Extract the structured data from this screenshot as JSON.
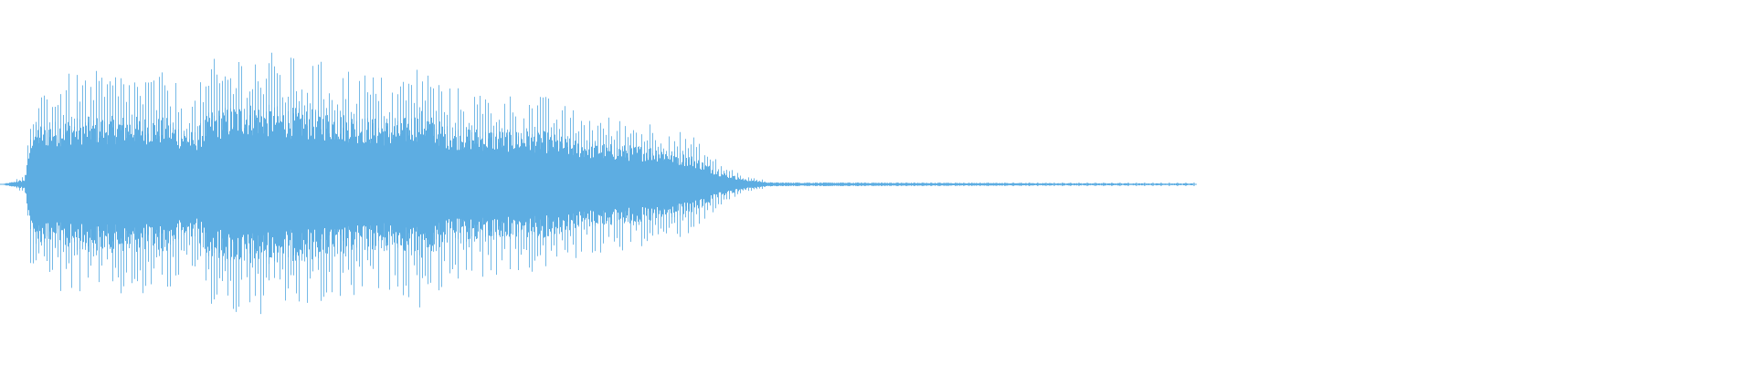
{
  "waveform": {
    "color": "#5DADE2",
    "background": "#FFFFFF",
    "duration_fraction_with_signal": 0.43,
    "envelope": [
      {
        "t": 0.0,
        "amp": 0.0
      },
      {
        "t": 0.014,
        "amp": 0.05
      },
      {
        "t": 0.018,
        "amp": 0.62
      },
      {
        "t": 0.04,
        "amp": 0.7
      },
      {
        "t": 0.07,
        "amp": 0.72
      },
      {
        "t": 0.095,
        "amp": 0.7
      },
      {
        "t": 0.11,
        "amp": 0.55
      },
      {
        "t": 0.12,
        "amp": 0.78
      },
      {
        "t": 0.14,
        "amp": 0.86
      },
      {
        "t": 0.17,
        "amp": 0.8
      },
      {
        "t": 0.2,
        "amp": 0.74
      },
      {
        "t": 0.225,
        "amp": 0.66
      },
      {
        "t": 0.24,
        "amp": 0.78
      },
      {
        "t": 0.255,
        "amp": 0.62
      },
      {
        "t": 0.28,
        "amp": 0.58
      },
      {
        "t": 0.31,
        "amp": 0.56
      },
      {
        "t": 0.325,
        "amp": 0.48
      },
      {
        "t": 0.35,
        "amp": 0.42
      },
      {
        "t": 0.375,
        "amp": 0.4
      },
      {
        "t": 0.395,
        "amp": 0.3
      },
      {
        "t": 0.41,
        "amp": 0.14
      },
      {
        "t": 0.425,
        "amp": 0.05
      },
      {
        "t": 0.44,
        "amp": 0.02
      },
      {
        "t": 0.68,
        "amp": 0.01
      },
      {
        "t": 0.681,
        "amp": 0.0
      },
      {
        "t": 1.0,
        "amp": 0.0
      }
    ]
  }
}
